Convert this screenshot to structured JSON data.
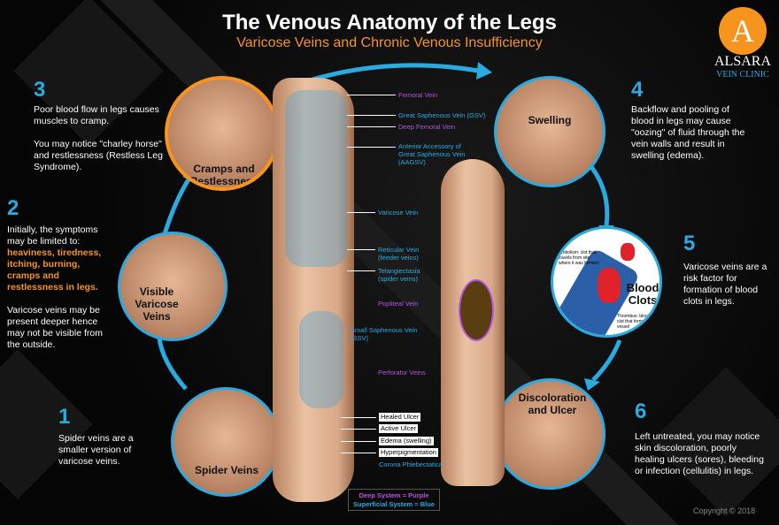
{
  "header": {
    "title": "The Venous Anatomy of the Legs",
    "subtitle": "Varicose Veins and Chronic Venous Insufficiency"
  },
  "logo": {
    "name": "ALSARA",
    "tagline": "VEIN CLINIC",
    "color": "#f7941d"
  },
  "steps": [
    {
      "number": "1",
      "text": "Spider veins are a smaller version of varicose veins.",
      "circle": "Spider Veins"
    },
    {
      "number": "2",
      "intro": "Initially, the symptoms may be limited to:",
      "highlight": "heaviness, tiredness, itching, burning, cramps and restlessness in legs.",
      "text": "Varicose veins may be present deeper hence may not be visible from the outside.",
      "circle": "Visible Varicose Veins"
    },
    {
      "number": "3",
      "text": "Poor blood flow in legs causes muscles to cramp.",
      "text2": "You may notice \"charley horse\" and restlessness (Restless Leg Syndrome).",
      "circle": "Cramps and Restlessness"
    },
    {
      "number": "4",
      "text": "Backflow and pooling of blood in legs may cause \"oozing\" of fluid through the vein walls and result in swelling (edema).",
      "circle": "Swelling"
    },
    {
      "number": "5",
      "text": "Varicose veins are a risk factor for formation of blood clots in legs.",
      "circle": "Blood Clots",
      "embolism": "Embolism: clot that travels from site where it was formed",
      "thrombus": "Thrombus: blood clot that forms in a vessel"
    },
    {
      "number": "6",
      "text": "Left untreated, you may notice skin discoloration, poorly healing ulcers (sores), bleeding or infection (cellulitis) in legs.",
      "circle": "Discoloration and Ulcer"
    }
  ],
  "anatomy_labels": {
    "femoral": "Femoral Vein",
    "gsv": "Great Saphenous Vein (GSV)",
    "deep_femoral": "Deep Femoral Vein",
    "aagsv": "Anterior Accessory of Great Saphenous Vein (AAGSV)",
    "varicose": "Varicose Vein",
    "reticular": "Reticular Vein (feeder veins)",
    "telangiectasia": "Telangiectasia (spider veins)",
    "popliteal": "Popliteal Vein",
    "ssv": "Small Saphenous Vein (SSV)",
    "perforator": "Perforator Veins",
    "healed": "Healed Ulcer",
    "active": "Active Ulcer",
    "edema": "Edema (swelling)",
    "hyper": "Hyperpigmentation",
    "corona": "Corona Phlebectatica"
  },
  "legend": {
    "deep": "Deep System = Purple",
    "superficial": "Superficial System = Blue"
  },
  "colors": {
    "accent": "#29abe2",
    "orange": "#f7941d",
    "deep": "#b455e0"
  },
  "copyright": "Copyright © 2018"
}
